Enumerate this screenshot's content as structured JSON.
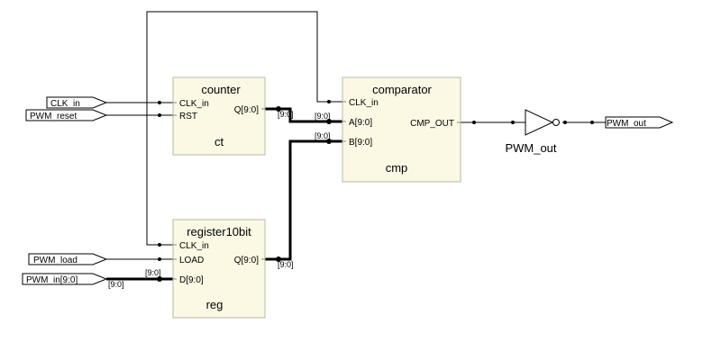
{
  "ports": {
    "clk_in": "CLK_in",
    "pwm_reset": "PWM_reset",
    "pwm_load": "PWM_load",
    "pwm_in": "PWM_in[9:0]",
    "pwm_out": "PWM_out"
  },
  "blocks": {
    "counter": {
      "type": "counter",
      "instance": "ct",
      "pins": {
        "clk": "CLK_in",
        "rst": "RST",
        "q": "Q[9:0]"
      }
    },
    "comparator": {
      "type": "comparator",
      "instance": "cmp",
      "pins": {
        "clk": "CLK_in",
        "a": "A[9:0]",
        "b": "B[9:0]",
        "out": "CMP_OUT"
      }
    },
    "register": {
      "type": "register10bit",
      "instance": "reg",
      "pins": {
        "clk": "CLK_in",
        "load": "LOAD",
        "q": "Q[9:0]",
        "d": "D[9:0]"
      }
    }
  },
  "inverter": {
    "label": "PWM_out"
  },
  "bus_labels": {
    "counter_q": "[9:0]",
    "cmp_a": "[9:0]",
    "cmp_b": "[9:0]",
    "reg_q": "[9:0]",
    "pwm_in_top": "[9:0]",
    "pwm_in_bottom": "[9:0]"
  }
}
